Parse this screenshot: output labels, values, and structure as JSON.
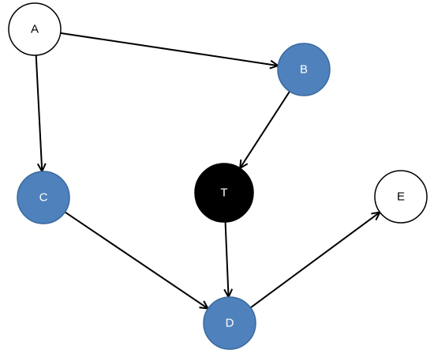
{
  "diagram": {
    "nodes": [
      {
        "id": "A",
        "label": "A",
        "fill": "#ffffff",
        "text_color": "#000000"
      },
      {
        "id": "B",
        "label": "B",
        "fill": "#4f81bd",
        "text_color": "#ffffff"
      },
      {
        "id": "C",
        "label": "C",
        "fill": "#4f81bd",
        "text_color": "#ffffff"
      },
      {
        "id": "T",
        "label": "T",
        "fill": "#000000",
        "text_color": "#ffffff"
      },
      {
        "id": "E",
        "label": "E",
        "fill": "#ffffff",
        "text_color": "#000000"
      },
      {
        "id": "D",
        "label": "D",
        "fill": "#4f81bd",
        "text_color": "#ffffff"
      }
    ],
    "edges": [
      {
        "from": "A",
        "to": "B"
      },
      {
        "from": "A",
        "to": "C"
      },
      {
        "from": "B",
        "to": "T"
      },
      {
        "from": "C",
        "to": "D"
      },
      {
        "from": "T",
        "to": "D"
      },
      {
        "from": "D",
        "to": "E"
      }
    ]
  }
}
